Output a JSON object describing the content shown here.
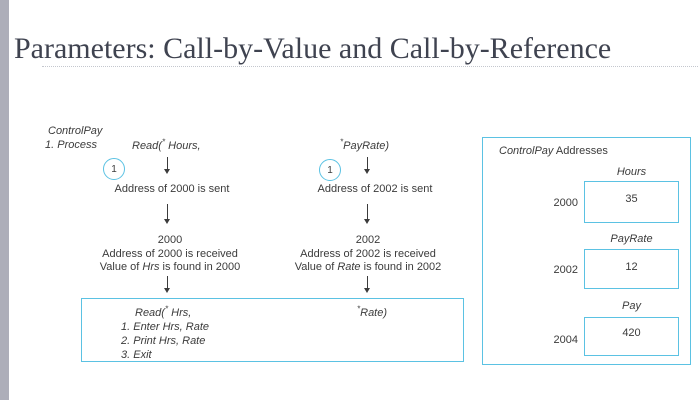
{
  "title": "Parameters: Call-by-Value and Call-by-Reference",
  "colors": {
    "accent_blue": "#5bc2e3",
    "sidebar_gray": "#adaeb9",
    "body_text": "#3b3b3b",
    "title_text": "#3f4350"
  },
  "left_flow": {
    "program_name": "ControlPay",
    "program_step": "1. Process",
    "call_pre": "Read(",
    "call_star": "*",
    "call_post": " Hours,",
    "badge": "1",
    "sent_note": "Address of 2000 is sent",
    "addr": "2000",
    "received_note": "Address of 2000 is received",
    "found_pre": "Value of ",
    "found_var": "Hrs",
    "found_post": " is found in 2000"
  },
  "right_flow": {
    "call_star": "*",
    "call_post": "PayRate)",
    "badge": "1",
    "sent_note": "Address of 2002 is sent",
    "addr": "2002",
    "received_note": "Address of 2002 is received",
    "found_pre": "Value of ",
    "found_var": "Rate",
    "found_post": " is found in 2002"
  },
  "subroutine_box": {
    "header_pre": "Read(",
    "header_star": "*",
    "header_post": " Hrs,",
    "steps": [
      "1. Enter Hrs, Rate",
      "2. Print Hrs, Rate",
      "3. Exit"
    ],
    "param_star": "*",
    "param_text": "Rate)"
  },
  "memory_panel": {
    "title_italic": "ControlPay",
    "title_rest": " Addresses",
    "rows": [
      {
        "label": "Hours",
        "address": "2000",
        "value": "35"
      },
      {
        "label": "PayRate",
        "address": "2002",
        "value": "12"
      },
      {
        "label": "Pay",
        "address": "2004",
        "value": "420"
      }
    ]
  }
}
